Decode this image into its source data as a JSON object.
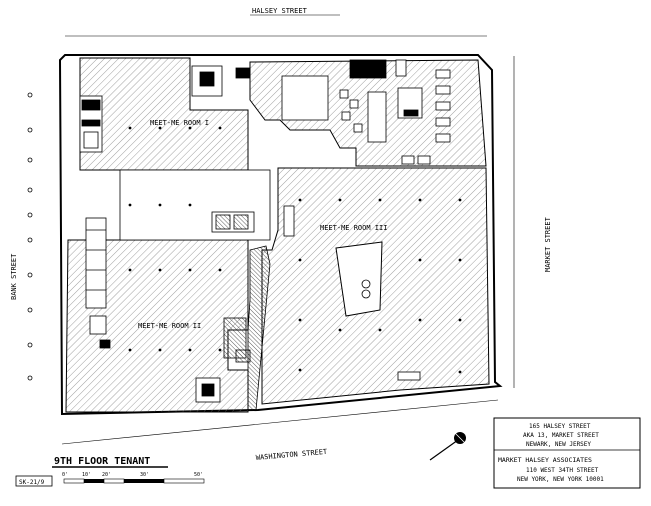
{
  "streets": {
    "north": "HALSEY STREET",
    "west": "BANK STREET",
    "east": "MARKET STREET",
    "south": "WASHINGTON STREET"
  },
  "rooms": {
    "room1": "MEET-ME ROOM I",
    "room2": "MEET-ME ROOM II",
    "room3": "MEET-ME ROOM III"
  },
  "title": "9TH FLOOR TENANT",
  "sheet_id": "SK-21/9",
  "scale_marks": [
    "0'",
    "10'",
    "20'",
    "30'",
    "50'"
  ],
  "address_block": {
    "line1": "165 HALSEY STREET",
    "line2": "AKA 13, MARKET STREET",
    "line3": "NEWARK, NEW JERSEY",
    "owner": "MARKET HALSEY ASSOCIATES",
    "owner_line1": "110 WEST 34TH STREET",
    "owner_line2": "NEW YORK, NEW YORK 10001"
  },
  "icons": {
    "north_arrow": "north-arrow-icon"
  }
}
